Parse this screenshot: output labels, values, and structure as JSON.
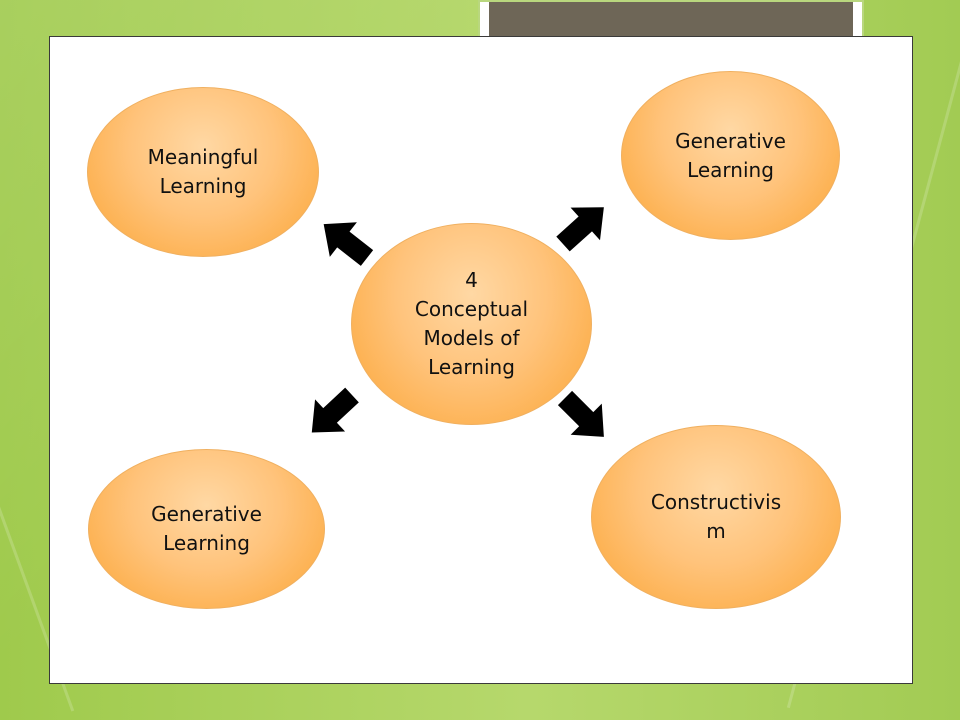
{
  "diagram": {
    "center": {
      "label": "4\nConceptual\nModels of\nLearning"
    },
    "top_left": {
      "label": "Meaningful\nLearning"
    },
    "top_right": {
      "label": "Generative\nLearning"
    },
    "bottom_left": {
      "label": "Generative\nLearning"
    },
    "bottom_right": {
      "label": "Constructivis\nm"
    },
    "colors": {
      "node_fill": "#fba534",
      "node_highlight": "#ffd8a4",
      "arrow": "#000000",
      "title_bar": "#6e6657",
      "background": "#a8cf5a"
    }
  }
}
